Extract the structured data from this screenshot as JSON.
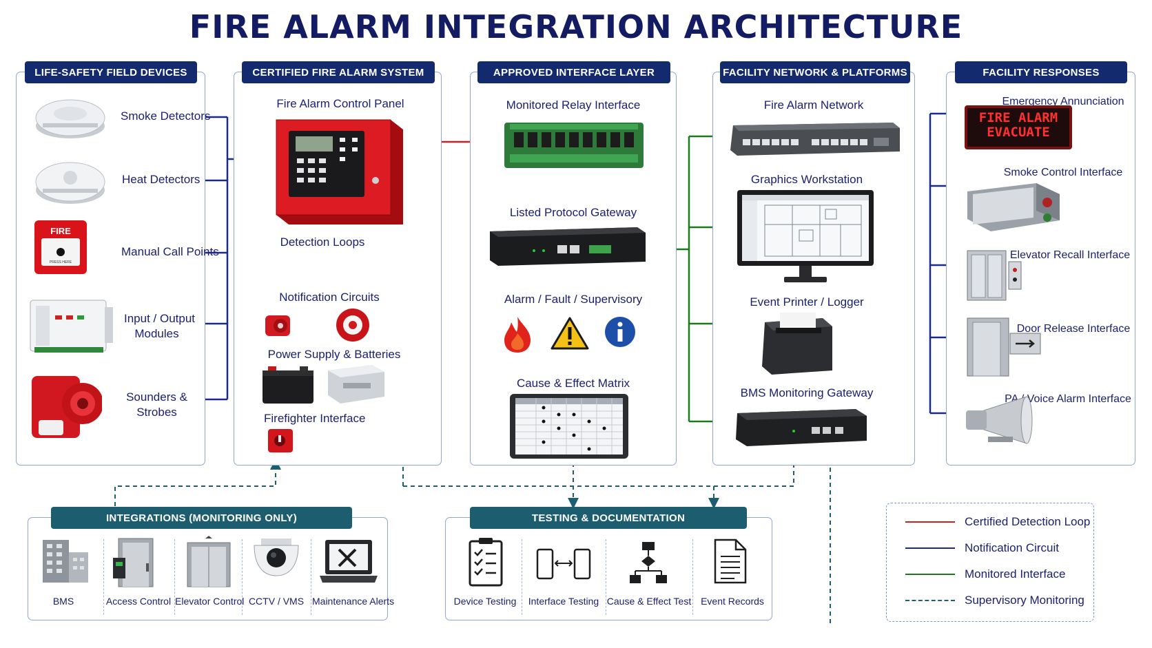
{
  "title": "FIRE ALARM INTEGRATION ARCHITECTURE",
  "colors": {
    "title": "#131c63",
    "header_bg": "#142a6e",
    "bottom_header_bg": "#1c5e6f",
    "certified_detection_loop": "#cf2020",
    "notification_circuit": "#1a2a8c",
    "monitored_interface": "#1a7a1a",
    "supervisory_monitoring": "#1c5e6f"
  },
  "panels": {
    "field": {
      "title": "LIFE-SAFETY FIELD DEVICES",
      "items": [
        "Smoke Detectors",
        "Heat Detectors",
        "Manual Call Points",
        "Input / Output\nModules",
        "Sounders &\nStrobes"
      ],
      "call_point_text": "FIRE",
      "call_point_subtext": "PRESS HERE"
    },
    "fire_alarm": {
      "title": "CERTIFIED FIRE ALARM SYSTEM",
      "items": [
        "Fire Alarm Control Panel",
        "Detection Loops",
        "Notification Circuits",
        "Power Supply & Batteries",
        "Firefighter Interface"
      ]
    },
    "interface": {
      "title": "APPROVED INTERFACE LAYER",
      "items": [
        "Monitored Relay Interface",
        "Listed Protocol Gateway",
        "Alarm / Fault / Supervisory",
        "Cause & Effect Matrix"
      ]
    },
    "network": {
      "title": "FACILITY NETWORK & PLATFORMS",
      "items": [
        "Fire Alarm Network",
        "Graphics Workstation",
        "Event Printer / Logger",
        "BMS Monitoring Gateway"
      ]
    },
    "responses": {
      "title": "FACILITY RESPONSES",
      "items": [
        "Emergency Annunciation",
        "Smoke Control Interface",
        "Elevator Recall Interface",
        "Door Release Interface",
        "PA / Voice Alarm Interface"
      ],
      "sign_text": "FIRE ALARM\nEVACUATE"
    }
  },
  "integrations": {
    "title": "INTEGRATIONS (MONITORING ONLY)",
    "items": [
      "BMS",
      "Access Control",
      "Elevator Control",
      "CCTV / VMS",
      "Maintenance Alerts"
    ]
  },
  "testing": {
    "title": "TESTING & DOCUMENTATION",
    "items": [
      "Device Testing",
      "Interface Testing",
      "Cause & Effect Test",
      "Event Records"
    ]
  },
  "legend": {
    "items": [
      "Certified Detection Loop",
      "Notification Circuit",
      "Monitored Interface",
      "Supervisory Monitoring"
    ]
  },
  "icons": {
    "field": [
      "smoke-detector-icon",
      "heat-detector-icon",
      "manual-call-point-icon",
      "io-module-icon",
      "sounder-strobe-icon"
    ],
    "interface": [
      "relay-board-icon",
      "protocol-gateway-icon",
      "flame-icon",
      "warning-icon",
      "info-icon",
      "matrix-screen-icon"
    ],
    "network": [
      "network-switch-icon",
      "workstation-monitor-icon",
      "printer-icon",
      "gateway-box-icon"
    ],
    "responses": [
      "evacuate-sign-icon",
      "damper-icon",
      "elevator-icon",
      "door-icon",
      "horn-speaker-icon"
    ]
  }
}
